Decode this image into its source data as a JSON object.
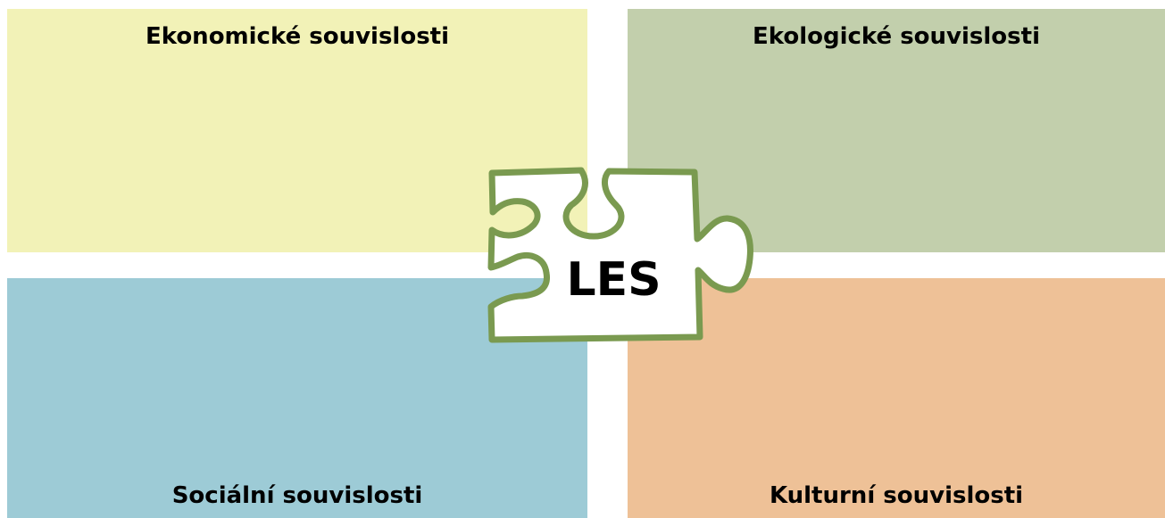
{
  "quadrants": {
    "economic": {
      "title": "Ekonomické souvislosti",
      "color": "#f2f2b7"
    },
    "ecological": {
      "title": "Ekologické souvislosti",
      "color": "#c2cfac"
    },
    "social": {
      "title": "Sociální souvislosti",
      "color": "#9dcbd6"
    },
    "cultural": {
      "title": "Kulturní souvislosti",
      "color": "#eec197"
    }
  },
  "center": {
    "label": "LES",
    "shape": "puzzle-piece",
    "outline_color": "#7a9a50"
  }
}
